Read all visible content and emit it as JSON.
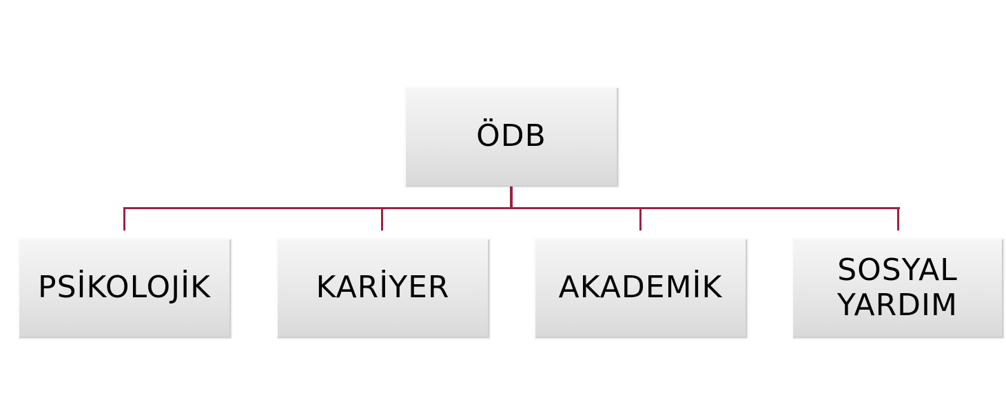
{
  "diagram": {
    "root": {
      "label": "ÖDB"
    },
    "children": [
      {
        "label": "PSİKOLOJİK"
      },
      {
        "label": "KARİYER"
      },
      {
        "label": "AKADEMİK"
      },
      {
        "label": "SOSYAL YARDIM"
      }
    ],
    "connector_color": "#9b2242"
  }
}
